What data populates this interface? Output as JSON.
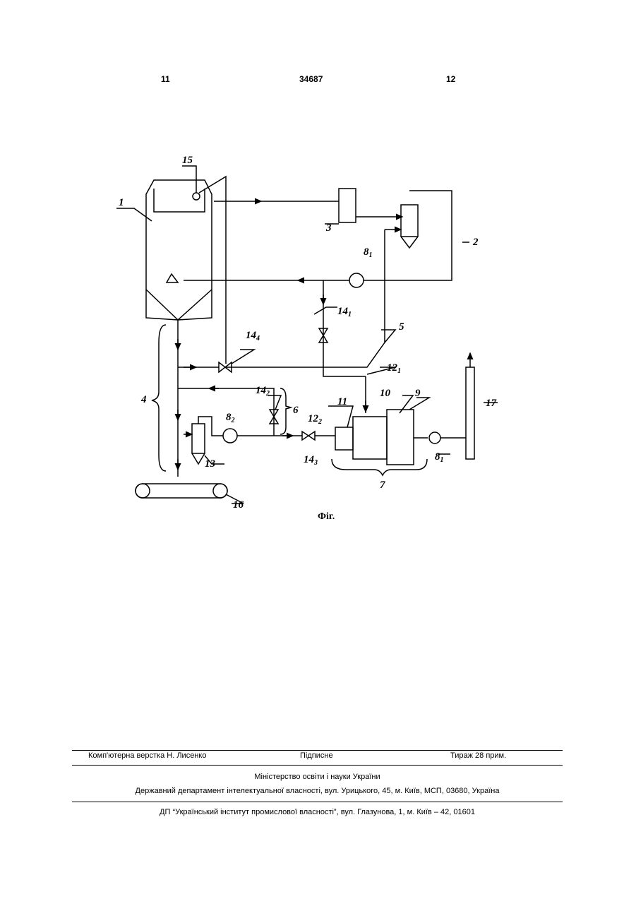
{
  "header": {
    "page_left": "11",
    "patent_number": "34687",
    "page_right": "12"
  },
  "figure": {
    "caption": "Фіг.",
    "labels": {
      "l1": "1",
      "l2": "2",
      "l3": "3",
      "l4": "4",
      "l5": "5",
      "l6": "6",
      "l7": "7",
      "l8_1": "8",
      "l8_1_sub": "1",
      "l8_2": "8",
      "l8_2_sub": "2",
      "l8_3": "8",
      "l8_3_sub": "1",
      "l9": "9",
      "l10": "10",
      "l11": "11",
      "l12_1": "12",
      "l12_1_sub": "1",
      "l12_2": "12",
      "l12_2_sub": "2",
      "l13": "13",
      "l14_1": "14",
      "l14_1_sub": "1",
      "l14_2": "14",
      "l14_2_sub": "2",
      "l14_3": "14",
      "l14_3_sub": "3",
      "l14_4": "14",
      "l14_4_sub": "4",
      "l15": "15",
      "l16": "16",
      "l17": "17"
    }
  },
  "footer": {
    "layout": "Комп'ютерна верстка Н. Лисенко",
    "signed": "Підписне",
    "circulation": "Тираж 28 прим.",
    "ministry": "Міністерство освіти і науки України",
    "department": "Державний департамент інтелектуальної власності, вул. Урицького, 45, м. Київ, МСП, 03680, Україна",
    "institute": "ДП “Український інститут промислової власності”, вул. Глазунова, 1, м. Київ – 42, 01601"
  }
}
